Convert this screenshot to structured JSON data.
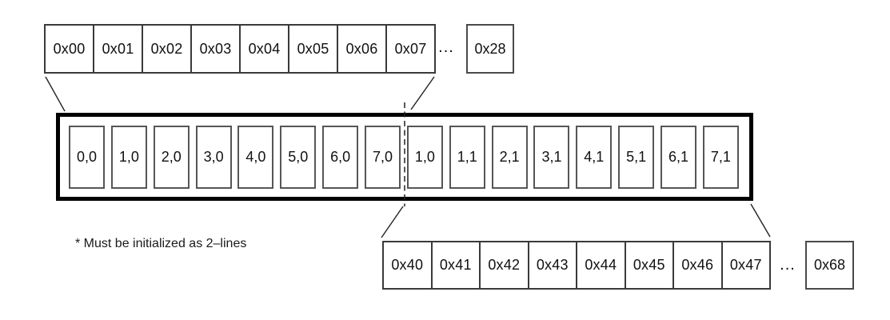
{
  "colors": {
    "background": "#ffffff",
    "ink": "#111111",
    "container_border": "#000000",
    "inner_cell_border": "#565656",
    "row_cell_border": "#3a3a3a"
  },
  "top_row": {
    "cells": [
      "0x00",
      "0x01",
      "0x02",
      "0x03",
      "0x04",
      "0x05",
      "0x06",
      "0x07"
    ],
    "ellipsis": "...",
    "tail_cell": "0x28"
  },
  "buffer": {
    "cells": [
      "0,0",
      "1,0",
      "2,0",
      "3,0",
      "4,0",
      "5,0",
      "6,0",
      "7,0",
      "1,0",
      "1,1",
      "2,1",
      "3,1",
      "4,1",
      "5,1",
      "6,1",
      "7,1"
    ]
  },
  "bottom_row": {
    "cells": [
      "0x40",
      "0x41",
      "0x42",
      "0x43",
      "0x44",
      "0x45",
      "0x46",
      "0x47"
    ],
    "ellipsis": "...",
    "tail_cell": "0x68"
  },
  "footnote": "* Must be initialized as 2–lines"
}
